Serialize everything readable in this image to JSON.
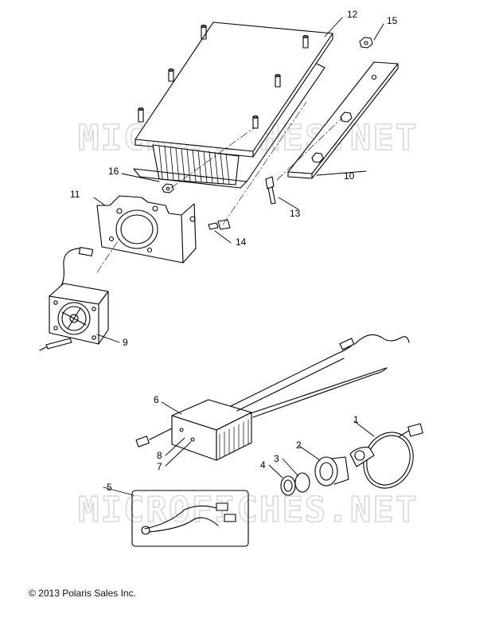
{
  "watermark": {
    "text_top": "MICROFICHES.NET",
    "text_bottom": "MICROFICHES.NET"
  },
  "callouts": [
    "1",
    "2",
    "3",
    "4",
    "5",
    "6",
    "7",
    "8",
    "9",
    "10",
    "11",
    "12",
    "13",
    "14",
    "15",
    "16"
  ],
  "copyright": "© 2013 Polaris Sales Inc."
}
